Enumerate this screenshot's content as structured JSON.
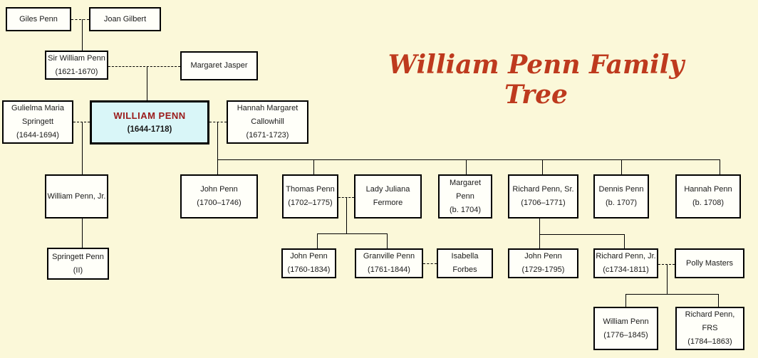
{
  "title": "William Penn Family Tree",
  "colors": {
    "background": "#FBF8D9",
    "box_fill": "#FFFFF9",
    "box_border": "#000000",
    "highlight_fill": "#D9F6F8",
    "highlight_name_color": "#9A1A1A",
    "title_color": "#BE3A1E"
  },
  "people": {
    "giles_penn": {
      "lines": [
        "Giles Penn"
      ]
    },
    "joan_gilbert": {
      "lines": [
        "Joan Gilbert"
      ]
    },
    "sir_william_penn": {
      "lines": [
        "Sir William Penn",
        "(1621-1670)"
      ]
    },
    "margaret_jasper": {
      "lines": [
        "Margaret Jasper"
      ]
    },
    "gulielma_springett": {
      "lines": [
        "Gulielma Maria",
        "Springett",
        "(1644-1694)"
      ]
    },
    "william_penn": {
      "lines": [
        "WILLIAM PENN",
        "(1644-1718)"
      ]
    },
    "hannah_callowhill": {
      "lines": [
        "Hannah Margaret",
        "Callowhill",
        "(1671-1723)"
      ]
    },
    "william_penn_jr": {
      "lines": [
        "William Penn, Jr."
      ]
    },
    "springett_penn": {
      "lines": [
        "Springett Penn",
        "(II)"
      ]
    },
    "john_penn_1700": {
      "lines": [
        "John Penn",
        "(1700–1746)"
      ]
    },
    "thomas_penn": {
      "lines": [
        "Thomas Penn",
        "(1702–1775)"
      ]
    },
    "lady_juliana": {
      "lines": [
        "Lady Juliana",
        "Fermore"
      ]
    },
    "margaret_penn": {
      "lines": [
        "Margaret",
        "Penn",
        "(b. 1704)"
      ]
    },
    "richard_penn_sr": {
      "lines": [
        "Richard Penn, Sr.",
        "(1706–1771)"
      ]
    },
    "dennis_penn": {
      "lines": [
        "Dennis Penn",
        "(b. 1707)"
      ]
    },
    "hannah_penn": {
      "lines": [
        "Hannah Penn",
        "(b. 1708)"
      ]
    },
    "john_penn_1760": {
      "lines": [
        "John Penn",
        "(1760-1834)"
      ]
    },
    "granville_penn": {
      "lines": [
        "Granville Penn",
        "(1761-1844)"
      ]
    },
    "isabella_forbes": {
      "lines": [
        "Isabella",
        "Forbes"
      ]
    },
    "john_penn_1729": {
      "lines": [
        "John Penn",
        "(1729-1795)"
      ]
    },
    "richard_penn_jr": {
      "lines": [
        "Richard Penn, Jr.",
        "(c1734-1811)"
      ]
    },
    "polly_masters": {
      "lines": [
        "Polly Masters"
      ]
    },
    "william_penn_1776": {
      "lines": [
        "William Penn",
        "(1776–1845)"
      ]
    },
    "richard_penn_frs": {
      "lines": [
        "Richard Penn,",
        "FRS",
        "(1784–1863)"
      ]
    }
  }
}
